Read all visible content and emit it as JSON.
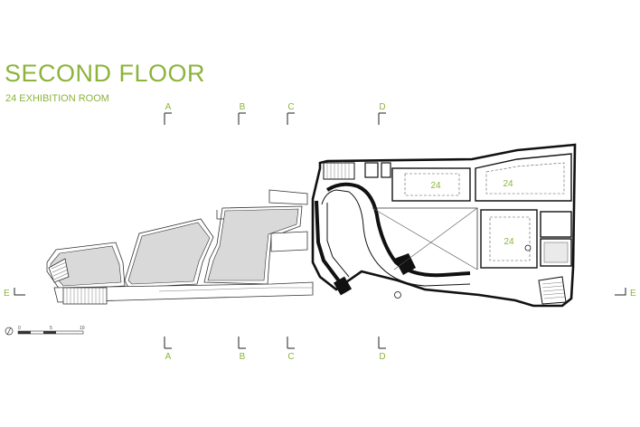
{
  "header": {
    "title": "SECOND FLOOR",
    "subtitle": "24 EXHIBITION ROOM"
  },
  "section_marks": {
    "top": [
      "A",
      "B",
      "C",
      "D"
    ],
    "bottom": [
      "A",
      "B",
      "C",
      "D"
    ],
    "left": "E",
    "right": "E"
  },
  "rooms": [
    "24",
    "24",
    "24"
  ],
  "scale_bar": {
    "ticks": [
      "0",
      "5",
      "10"
    ]
  },
  "colors": {
    "accent": "#8cb43c",
    "roof_fill": "#d9d9d9",
    "line": "#1a1a1a"
  }
}
